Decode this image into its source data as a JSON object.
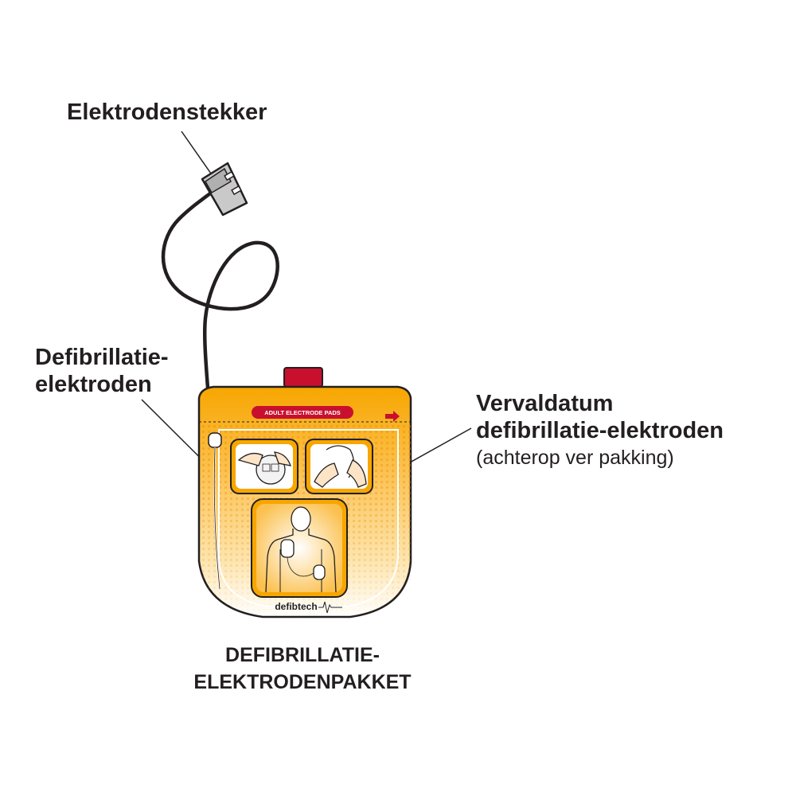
{
  "labels": {
    "connector": "Elektrodenstekker",
    "pads_line1": "Defibrillatie-",
    "pads_line2": "elektroden",
    "expiry_line1": "Vervaldatum",
    "expiry_line2": "defibrillatie-elektroden",
    "expiry_note": "(achterop ver pakking)"
  },
  "caption": {
    "line1": "DEFIBRILLATIE-",
    "line2": "ELEKTRODENPAKKET"
  },
  "package": {
    "banner_text": "ADULT ELECTRODE PADS",
    "brand": "defibtech"
  },
  "colors": {
    "package_yellow": "#f9b233",
    "package_orange": "#f39200",
    "tab_red": "#c8102e",
    "outline": "#231f20"
  }
}
